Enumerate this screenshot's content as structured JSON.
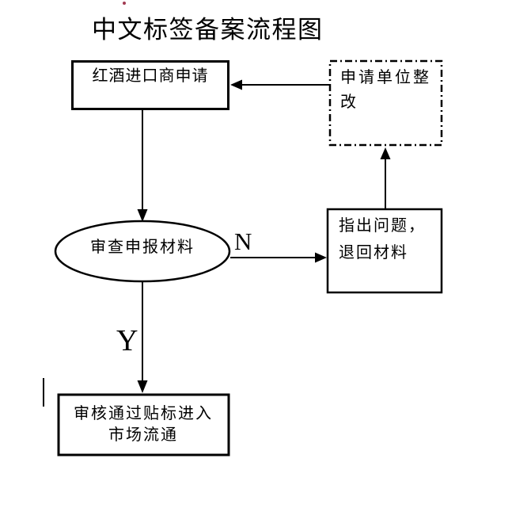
{
  "title": "中文标签备案流程图",
  "nodes": {
    "importer_application": {
      "lines": [
        "红酒进口商申请"
      ]
    },
    "applicant_rectification": {
      "lines": [
        "申请单位整",
        "改"
      ]
    },
    "review_materials": {
      "lines": [
        "审查申报材料"
      ]
    },
    "point_out_problems": {
      "lines": [
        "指出问题，",
        "退回材料"
      ]
    },
    "market_circulation": {
      "lines": [
        "审核通过贴标进入",
        "市场流通"
      ]
    }
  },
  "branch_labels": {
    "no": "N",
    "yes": "Y"
  },
  "colors": {
    "stroke": "#000000",
    "background": "#ffffff",
    "artifact-dot": "#a23b52"
  }
}
